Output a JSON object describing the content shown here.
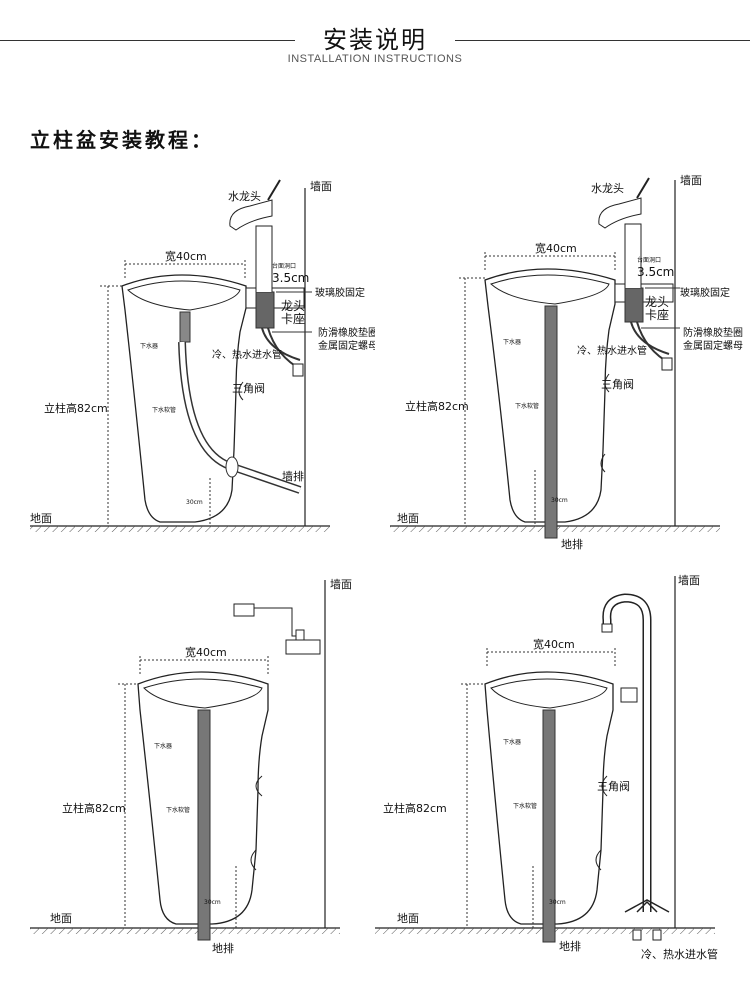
{
  "header": {
    "title": "安装说明",
    "subtitle": "INSTALLATION INSTRUCTIONS"
  },
  "section": {
    "title": "立柱盆安装教程："
  },
  "panels": [
    {
      "faucet": "水龙头",
      "wall": "墙面",
      "width": "宽40cm",
      "hole_label": "台面洞口",
      "hole_size": "3.5cm",
      "glass_glue": "玻璃胶固定",
      "faucet_seat_1": "龙头",
      "faucet_seat_2": "卡座",
      "gasket": "防滑橡胶垫圈",
      "nut": "金属固定螺母",
      "pipes": "冷、热水进水管",
      "valve": "三角阀",
      "height": "立柱高82cm",
      "drain": "下水器",
      "drain_pipe": "下水软管",
      "h30": "30cm",
      "floor": "地面",
      "outlet": "墙排"
    },
    {
      "faucet": "水龙头",
      "wall": "墙面",
      "width": "宽40cm",
      "hole_label": "台面洞口",
      "hole_size": "3.5cm",
      "glass_glue": "玻璃胶固定",
      "faucet_seat_1": "龙头",
      "faucet_seat_2": "卡座",
      "gasket": "防滑橡胶垫圈",
      "nut": "金属固定螺母",
      "pipes": "冷、热水进水管",
      "valve": "三角阀",
      "height": "立柱高82cm",
      "drain": "下水器",
      "drain_pipe": "下水软管",
      "h30": "30cm",
      "floor": "地面",
      "outlet": "地排"
    },
    {
      "wall": "墙面",
      "width": "宽40cm",
      "height": "立柱高82cm",
      "drain": "下水器",
      "drain_pipe": "下水软管",
      "h30": "30cm",
      "floor": "地面",
      "outlet": "地排"
    },
    {
      "wall": "墙面",
      "width": "宽40cm",
      "valve": "三角阀",
      "height": "立柱高82cm",
      "drain": "下水器",
      "drain_pipe": "下水软管",
      "h30": "30cm",
      "floor": "地面",
      "outlet": "地排",
      "pipes": "冷、热水进水管"
    }
  ]
}
